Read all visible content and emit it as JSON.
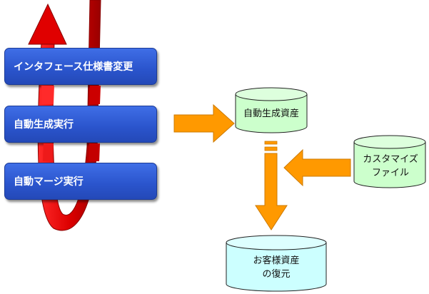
{
  "steps": {
    "interface_change": "インタフェース仕様書変更",
    "auto_generate": "自動生成実行",
    "auto_merge": "自動マージ実行"
  },
  "stores": {
    "generated_assets": "自動生成資産",
    "custom_file_line1": "カスタマイズ",
    "custom_file_line2": "ファイル",
    "customer_assets_line1": "お客様資産",
    "customer_assets_line2": "の復元"
  },
  "colors": {
    "step_fill": "#2a54cc",
    "loop_arrow": "#e00000",
    "flow_arrow": "#ff9900",
    "generated_fill": "#ccffcc",
    "custom_fill": "#ccffcc",
    "restored_fill": "#ccffff"
  }
}
